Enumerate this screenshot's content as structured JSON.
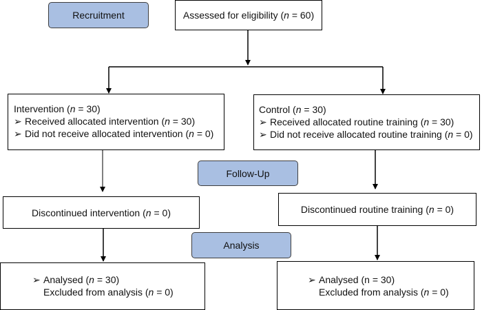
{
  "stages": {
    "recruitment": "Recruitment",
    "follow_up": "Follow-Up",
    "analysis": "Analysis"
  },
  "eligibility": {
    "prefix": "Assessed for eligibility (",
    "n_label": "n",
    "suffix": " = 60)"
  },
  "intervention": {
    "title_prefix": "Intervention (",
    "title_n": "n",
    "title_suffix": " = 30)",
    "bullet_symbol": "➢",
    "received_prefix": "Received allocated intervention (",
    "received_n": "n",
    "received_suffix": " = 30)",
    "not_received_prefix": "Did not receive allocated intervention (",
    "not_received_n": "n",
    "not_received_suffix": " = 0)"
  },
  "control": {
    "title_prefix": "Control (",
    "title_n": "n",
    "title_suffix": " = 30)",
    "bullet_symbol": "➢",
    "received_prefix": "Received allocated routine training (",
    "received_n": "n",
    "received_suffix": " = 30)",
    "not_received_prefix": "Did not receive allocated routine training (",
    "not_received_n": "n",
    "not_received_suffix": " = 0)"
  },
  "intervention_follow_up": {
    "prefix": "Discontinued intervention (",
    "n_label": "n",
    "suffix": " = 0)"
  },
  "control_follow_up": {
    "prefix": "Discontinued routine training (",
    "n_label": "n",
    "suffix": " = 0)"
  },
  "intervention_analysis": {
    "bullet_symbol": "➢",
    "analysed_prefix": "Analysed (",
    "analysed_n": "n",
    "analysed_suffix": " = 30)",
    "excluded_prefix": "Excluded from analysis (",
    "excluded_n": "n",
    "excluded_suffix": " = 0)"
  },
  "control_analysis": {
    "bullet_symbol": "➢",
    "analysed_prefix": "Analysed (n = 30)",
    "excluded_prefix": "Excluded from analysis (",
    "excluded_n": "n",
    "excluded_suffix": " = 0)"
  },
  "colors": {
    "stage_fill": "#a9bfe2",
    "box_border": "#000000",
    "connector": "#000000"
  },
  "icons": {
    "bullet": "arrowhead-bullet-icon",
    "connector": "arrow-icon"
  }
}
